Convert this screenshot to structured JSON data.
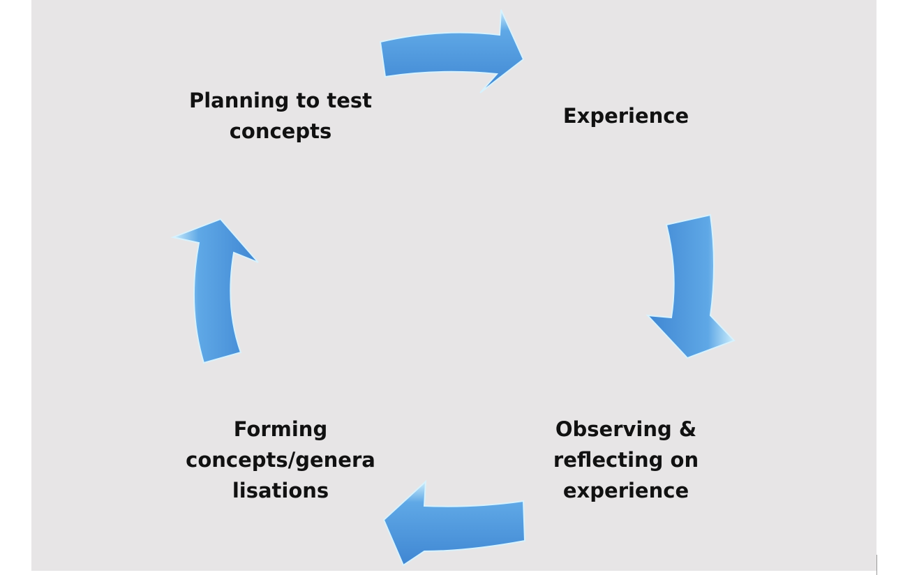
{
  "title": "Experiential learning cycle",
  "stages": [
    {
      "lines": [
        "Experience"
      ]
    },
    {
      "lines": [
        "Observing &",
        "reflecting on",
        "experience"
      ]
    },
    {
      "lines": [
        "Forming",
        "concepts/genera",
        "lisations"
      ]
    },
    {
      "lines": [
        "Planning to test",
        "concepts"
      ]
    }
  ],
  "colors": {
    "arrow": "#4f97df",
    "arrow_highlight": "#bfe6fb",
    "background": "#e7e5e6"
  }
}
